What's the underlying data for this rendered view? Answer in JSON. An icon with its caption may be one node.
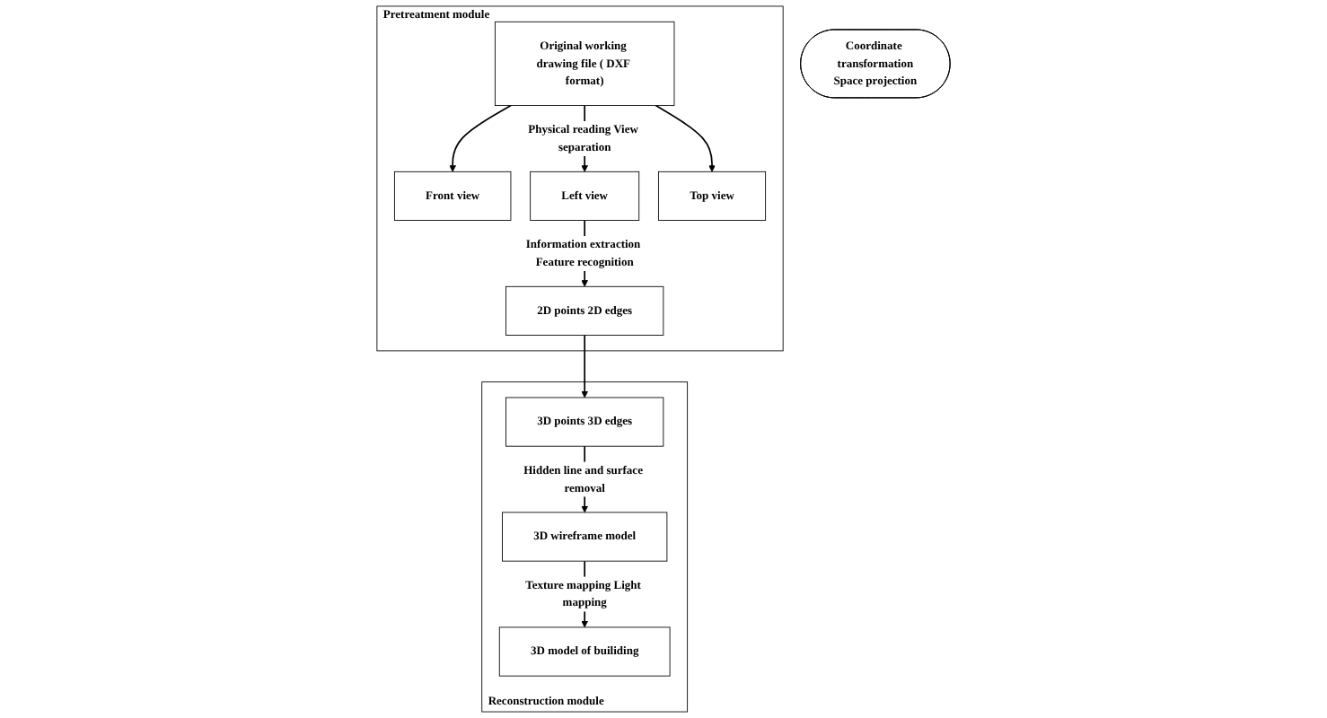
{
  "diagram": {
    "nodes": [
      {
        "text": [
          "Pretreatment module"
        ]
      },
      {
        "text": [
          "Original working drawing file ( DXF format)"
        ],
        "in": 0
      },
      {
        "text": [
          "Front view"
        ],
        "in": 0
      },
      {
        "text": [
          "Left view"
        ],
        "in": 0
      },
      {
        "text": [
          "Top view"
        ],
        "in": 0
      },
      {
        "text": [
          "2D points 2D edges"
        ],
        "in": 0
      },
      {
        "text": [
          "Coordinate transformation",
          "Space projection"
        ]
      },
      {
        "text": [
          "Reconstruction module"
        ]
      },
      {
        "text": [
          "3D points 3D edges"
        ],
        "in": 7
      },
      {
        "text": [
          "3D wireframe model"
        ],
        "in": 7
      },
      {
        "text": [
          "3D model of builiding"
        ],
        "in": 7
      }
    ],
    "edges": [
      {
        "from": 1,
        "to": 3,
        "arrow": "to",
        "label": "Physical reading View separation"
      },
      {
        "from": 1,
        "to": 2,
        "arrow": "to"
      },
      {
        "from": 1,
        "to": 4,
        "arrow": "to"
      },
      {
        "from": 3,
        "to": 5,
        "arrow": "to",
        "label": "Information extraction Feature recognition"
      },
      {
        "from": 5,
        "to": 8,
        "arrow": "to"
      },
      {
        "from": 8,
        "to": 9,
        "arrow": "to",
        "label": "Hidden line and surface removal"
      },
      {
        "from": 9,
        "to": 10,
        "arrow": "to",
        "label": "Texture mapping Light mapping"
      }
    ]
  }
}
